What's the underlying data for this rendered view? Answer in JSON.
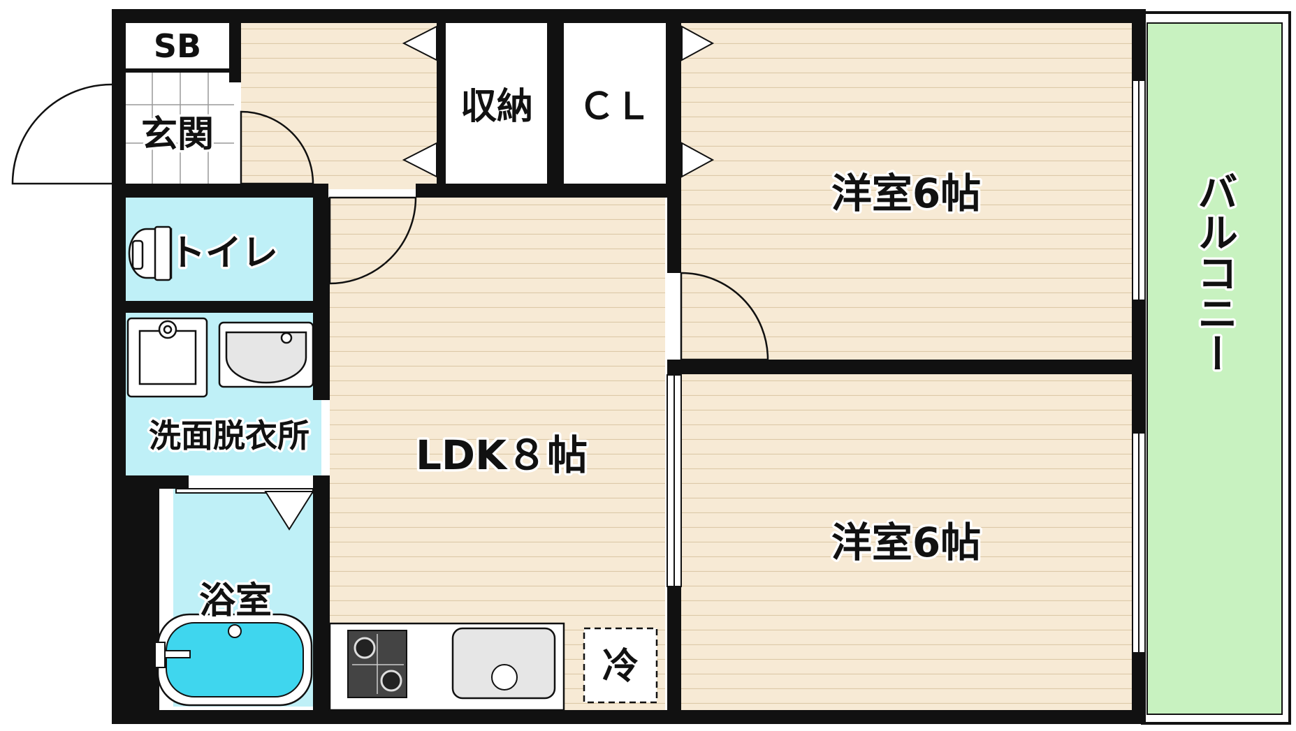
{
  "floor_plan": {
    "rooms": {
      "sb": "SB",
      "entrance": "玄関",
      "storage": "収納",
      "closet": "ＣＬ",
      "western_room_upper": "洋室6帖",
      "western_room_lower": "洋室6帖",
      "toilet": "トイレ",
      "washroom": "洗面脱衣所",
      "ldk": "LDK８帖",
      "bathroom": "浴室",
      "fridge": "冷",
      "balcony": "バルコニー"
    },
    "colors": {
      "wall": "#111111",
      "wood_floor": "#f7ead5",
      "floor_line": "#dcc9a8",
      "wet_area": "#bff0f7",
      "bathtub": "#3fd6ee",
      "balcony": "#c8f2c0",
      "fixture": "#e6e6e6"
    }
  }
}
